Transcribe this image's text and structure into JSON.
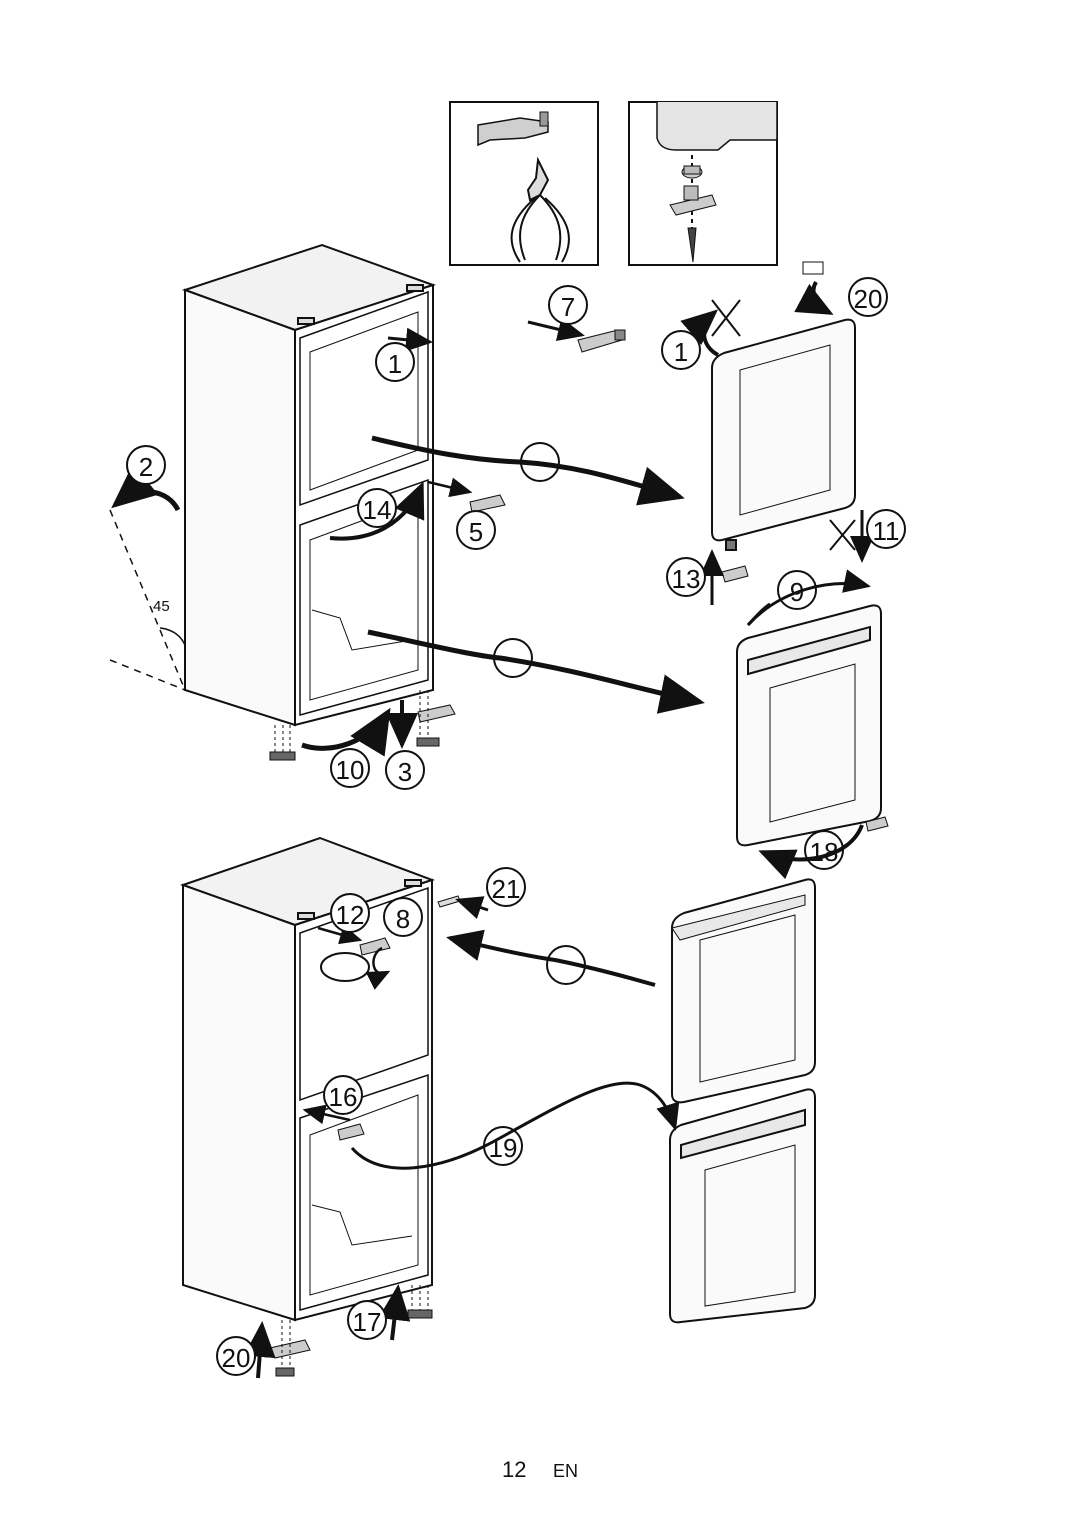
{
  "steps": {
    "s1a": "1",
    "s1b": "1",
    "s2": "2",
    "s3": "3",
    "s5": "5",
    "s7": "7",
    "s8": "8",
    "s9": "9",
    "s10": "10",
    "s11": "11",
    "s12": "12",
    "s13": "13",
    "s14": "14",
    "s16": "16",
    "s17": "17",
    "s18": "18",
    "s19": "19",
    "s20a": "20",
    "s20b": "20",
    "s21": "21"
  },
  "angle_label": "45",
  "footer": {
    "page": "12",
    "lang": "EN"
  }
}
